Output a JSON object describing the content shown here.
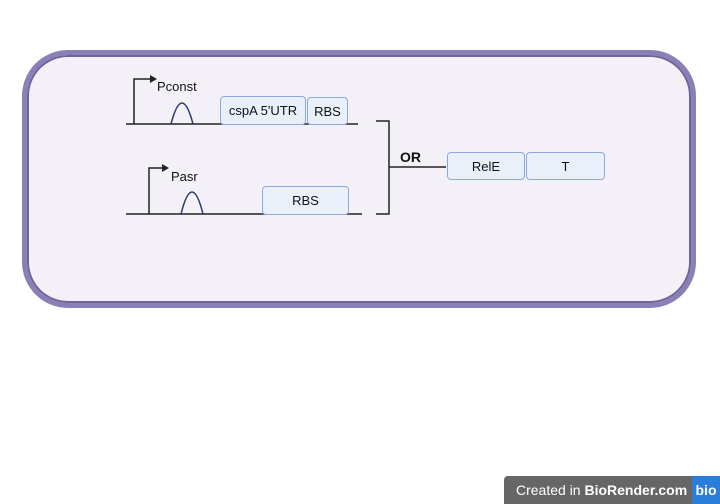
{
  "construct1": {
    "promoter": "Pconst",
    "parts": [
      "cspA 5'UTR",
      "RBS"
    ]
  },
  "construct2": {
    "promoter": "Pasr",
    "parts": [
      "RBS"
    ]
  },
  "operator": "OR",
  "downstream": [
    "RelE",
    "T"
  ],
  "watermark": {
    "text_prefix": "Created in ",
    "text_brand": "BioRender.com",
    "logo": "bio"
  },
  "colors": {
    "frame": "#8b7fb8",
    "part_fill": "#eaf0fa",
    "part_border": "#8ea9d8"
  }
}
